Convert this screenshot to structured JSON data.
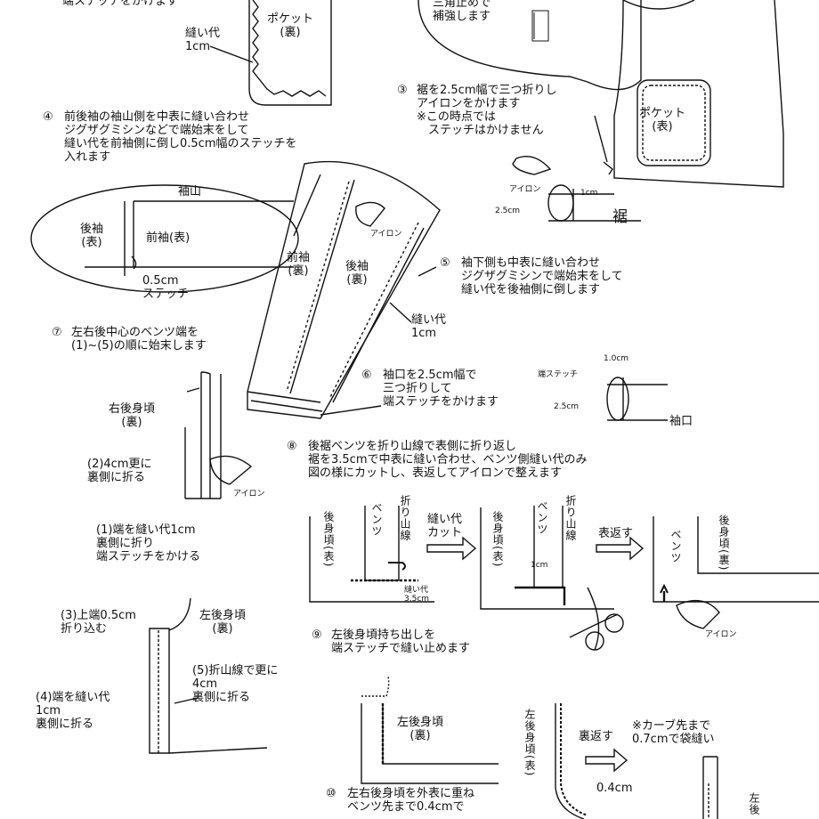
{
  "top_left": {
    "stitch_cut": "端ステッチをかけます",
    "seam": "縫い代\n1cm",
    "pocket": "ポケット\n(裏)"
  },
  "top_right": {
    "reinforce": "三角止めで\n補強します",
    "pocket_front": "ポケット\n(表)"
  },
  "step3": {
    "num": "③",
    "text": "裾を2.5cm幅で三つ折りし\nアイロンをかけます\n※この時点では\n　ステッチはかけません",
    "iron": "アイロン",
    "d1": "1cm",
    "d2": "2.5cm",
    "hem": "裾"
  },
  "step4": {
    "num": "④",
    "text": "前後袖の袖山側を中表に縫い合わせ\nジグザグミシンなどで端始末をして\n縫い代を前袖側に倒し0.5cm幅のステッチを\n入れます",
    "sodeyama": "袖山",
    "back": "後袖\n(表)",
    "front": "前袖(表)",
    "stitch": "0.5cm\nステッチ"
  },
  "sleeve": {
    "front_back": "前袖\n(裏)",
    "back_back": "後袖\n(裏)",
    "iron": "アイロン",
    "seam": "縫い代\n1cm"
  },
  "step5": {
    "num": "⑤",
    "text": "袖下側も中表に縫い合わせ\nジグザグミシンで端始末をして\n縫い代を後袖側に倒します"
  },
  "step6": {
    "num": "⑥",
    "text": "袖口を2.5cm幅で\n三つ折りして\n端ステッチをかけます",
    "d1": "1.0cm",
    "edge": "端ステッチ",
    "d2": "2.5cm",
    "cuff": "袖口"
  },
  "step7": {
    "num": "⑦",
    "text": "左右後中心のベンツ端を\n(1)~(5)の順に始末します",
    "right_back": "右後身頃\n(裏)",
    "fold4": "(2)4cm更に\n裏側に折る",
    "iron": "アイロン",
    "edge1": "(1)端を縫い代1cm\n裏側に折り\n端ステッチをかける"
  },
  "left_piece": {
    "top": "(3)上端0.5cm\n折り込む",
    "title": "左後身頃\n(裏)",
    "fold5": "(5)折山線で更に\n4cm\n裏側に折る",
    "seam4": "(4)端を縫い代\n1cm\n裏側に折る"
  },
  "step8": {
    "num": "⑧",
    "text": "後裾ベンツを折り山線で表側に折り返し\n裾を3.5cmで中表に縫い合わせ、ベンツ側縫い代のみ\n図の様にカットし、表返してアイロンで整えます",
    "back_body": "後身頃(表)",
    "vents": "ベンツ",
    "fold_line": "折り山線",
    "seam_cut": "縫い代\nカット",
    "seam35": "縫い代\n3.5cm",
    "back_body2": "後身頃(表)",
    "vents2": "ベンツ",
    "fold_line2": "折り山線",
    "d1": "1cm",
    "turn": "表返す",
    "vents3": "ベンツ",
    "back_body3": "後身頃(裏)",
    "iron": "アイロン"
  },
  "step9": {
    "num": "⑨",
    "text": "左後身頃持ち出しを\n端ステッチで縫い止めます",
    "left": "左後身頃\n(裏)"
  },
  "step10": {
    "num": "⑩",
    "text": "左右後身頃を外表に重ね\nベンツ先まで0.4cmで"
  },
  "bottom_right": {
    "left_back": "左後身頃(表)",
    "turn": "裏返す",
    "note": "※カーブ先まで\n0.7cmで袋縫い",
    "d04": "0.4cm",
    "cut": "左後"
  }
}
